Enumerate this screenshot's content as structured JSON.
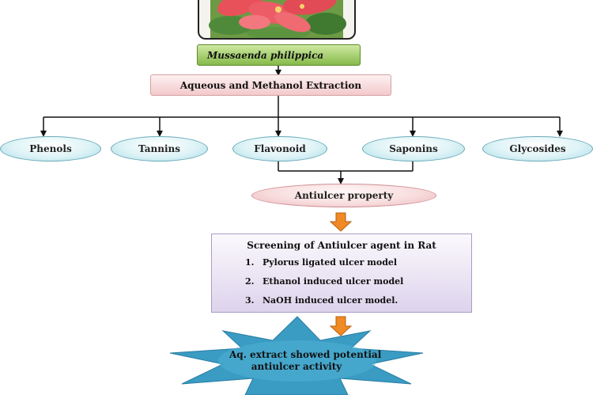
{
  "flowchart": {
    "species": "Mussaenda philippica",
    "extraction": "Aqueous and Methanol Extraction",
    "constituents": [
      "Phenols",
      "Tannins",
      "Flavonoid",
      "Saponins",
      "Glycosides"
    ],
    "property": "Antiulcer property",
    "screening": {
      "title": "Screening of Antiulcer agent in Rat",
      "items": [
        {
          "num": "1.",
          "text": "Pylorus ligated ulcer model"
        },
        {
          "num": "2.",
          "text": "Ethanol induced ulcer model"
        },
        {
          "num": "3.",
          "text": "NaOH induced ulcer model."
        }
      ]
    },
    "result": {
      "line1": "Aq. extract showed potential",
      "line2": "antiulcer activity"
    }
  },
  "colors": {
    "species_fill": "#86b94a",
    "extraction_fill": "#f3c9cb",
    "constituent_fill": "#def3f6",
    "property_fill": "#f8dede",
    "screening_fill": "#ddd3ec",
    "block_arrow": "#f08a24",
    "starburst": "#3a9bc3",
    "flower_petal": "#e8505a",
    "leaves": "#4f8a3a"
  }
}
